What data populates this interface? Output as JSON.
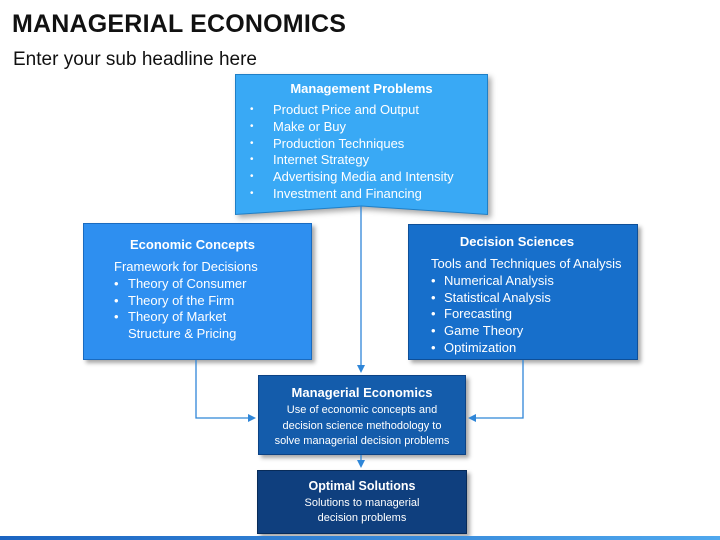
{
  "slide": {
    "title": "MANAGERIAL ECONOMICS",
    "subtitle": "Enter your sub headline here"
  },
  "management_problems": {
    "heading": "Management Problems",
    "items": [
      "Product Price and Output",
      "Make or Buy",
      "Production Techniques",
      "Internet Strategy",
      "Advertising Media and Intensity",
      "Investment and Financing"
    ],
    "color": "#39a9f5"
  },
  "economic_concepts": {
    "heading": "Economic Concepts",
    "lead": "Framework for Decisions",
    "items": [
      "Theory of Consumer",
      "Theory of the Firm",
      "Theory of Market Structure & Pricing"
    ],
    "color": "#2e8ff0"
  },
  "decision_sciences": {
    "heading": "Decision Sciences",
    "lead": "Tools and Techniques of Analysis",
    "items": [
      "Numerical Analysis",
      "Statistical Analysis",
      "Forecasting",
      "Game Theory",
      "Optimization"
    ],
    "color": "#176fcb"
  },
  "managerial_economics": {
    "heading": "Managerial Economics",
    "line1": "Use of economic concepts and",
    "line2": "decision science methodology to",
    "line3": "solve managerial decision problems",
    "color": "#145cab"
  },
  "optimal_solutions": {
    "heading": "Optimal Solutions",
    "line1": "Solutions to managerial",
    "line2": "decision problems",
    "color": "#0f3f7e"
  },
  "connector_color": "#2f86d8"
}
